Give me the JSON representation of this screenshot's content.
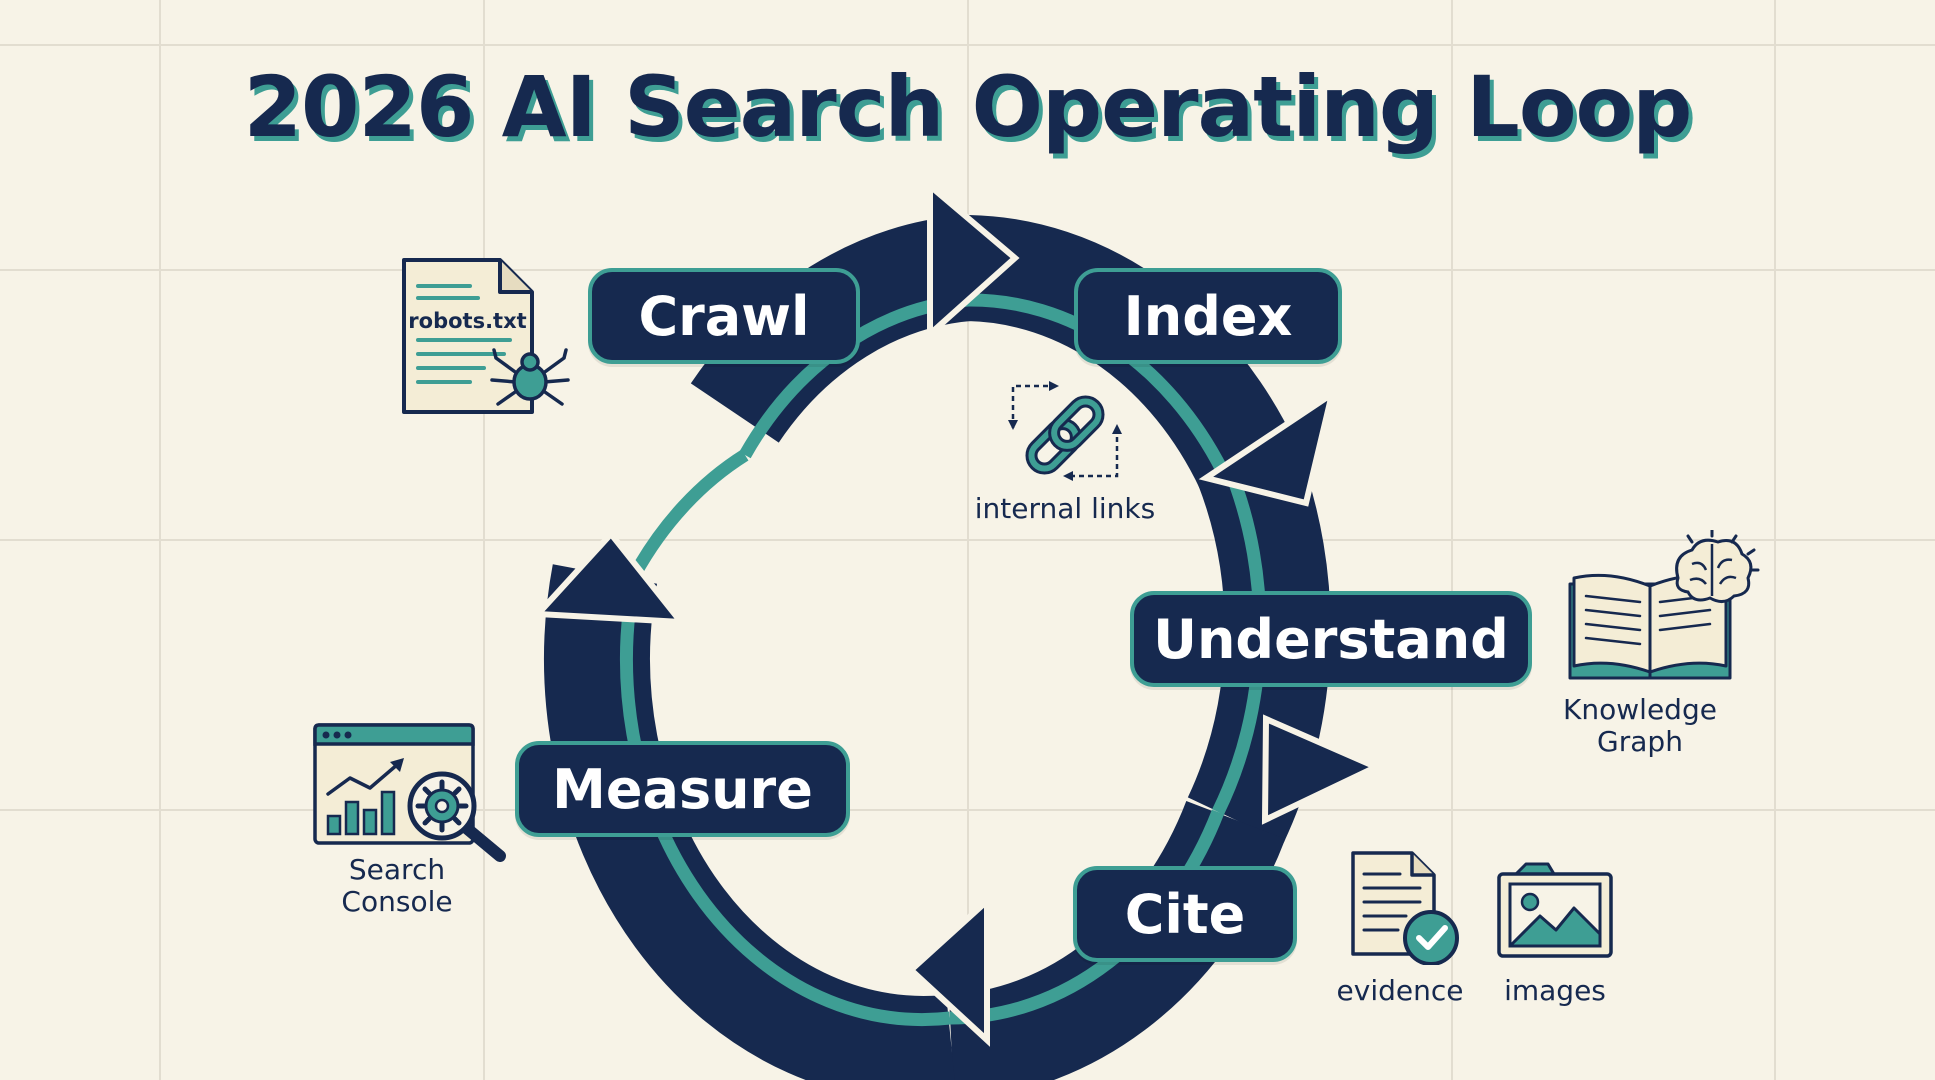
{
  "title": "2026 AI Search Operating Loop",
  "stages": [
    {
      "id": "crawl",
      "label": "Crawl"
    },
    {
      "id": "index",
      "label": "Index"
    },
    {
      "id": "understand",
      "label": "Understand"
    },
    {
      "id": "cite",
      "label": "Cite"
    },
    {
      "id": "measure",
      "label": "Measure"
    }
  ],
  "assets": {
    "robots": "robots.txt",
    "internal_links": "internal links",
    "knowledge_graph": "Knowledge Graph",
    "evidence": "evidence",
    "images": "images",
    "search_console": "Search Console"
  },
  "colors": {
    "navy": "#16294f",
    "teal": "#3e9e94",
    "paper": "#f7f3e7",
    "grid": "#e2ddd0"
  },
  "icons": [
    "document-spider-icon",
    "chain-link-icon",
    "book-brain-icon",
    "document-check-icon",
    "image-frame-icon",
    "analytics-magnifier-icon"
  ]
}
